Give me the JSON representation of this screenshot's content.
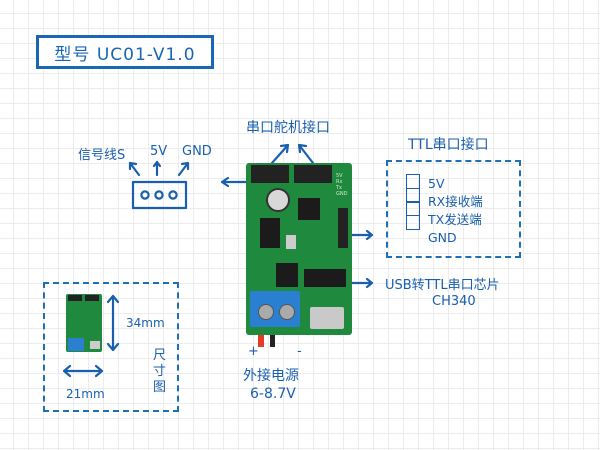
{
  "title": "型号 UC01-V1.0",
  "servo_signal_header": {
    "pin_labels": [
      "信号线S",
      "5V",
      "GND"
    ]
  },
  "servo_port_label": "串口舵机接口",
  "ttl_port": {
    "title": "TTL串口接口",
    "pins": [
      "5V",
      "RX接收端",
      "TX发送端",
      "GND"
    ]
  },
  "usb_chip": {
    "line1": "USB转TTL串口芯片",
    "line2": "CH340"
  },
  "power": {
    "plus": "+",
    "minus": "-",
    "line1": "外接电源",
    "line2": "6-8.7V"
  },
  "size_diagram": {
    "height": "34mm",
    "width": "21mm",
    "label": "尺寸图"
  },
  "pcb_silkscreen": [
    "5V",
    "Rx",
    "Tx",
    "GND"
  ],
  "colors": {
    "accent": "#1866b4",
    "pcb": "#1f8a3e",
    "terminal": "#2a7fd1"
  }
}
